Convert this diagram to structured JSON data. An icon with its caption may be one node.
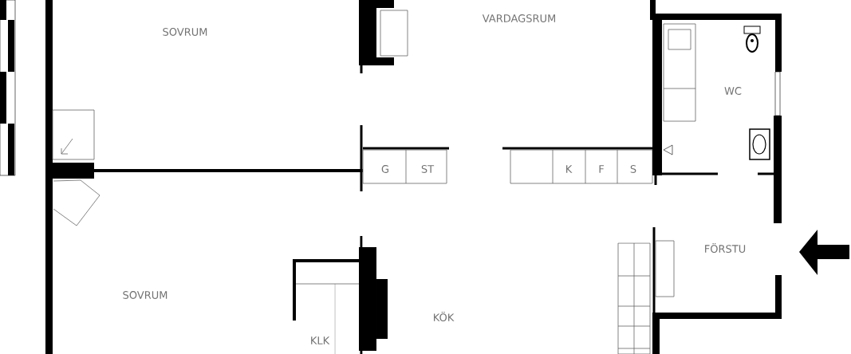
{
  "diagram": {
    "labels": [
      "SOVRUM",
      "VARDAGSRUM",
      "WC",
      "G",
      "ST",
      "K",
      "F",
      "S",
      "FÖRSTU",
      "SOVRUM",
      "KÖK",
      "KLK"
    ]
  }
}
